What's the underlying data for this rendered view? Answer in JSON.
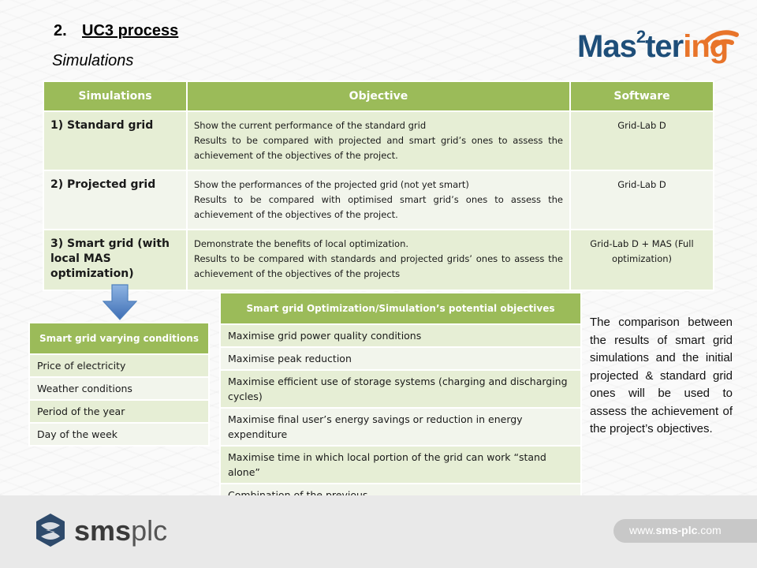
{
  "header": {
    "number": "2.",
    "title": "UC3 process",
    "subtitle": "Simulations"
  },
  "logo": {
    "brand_main": "Mas",
    "brand_sup": "2",
    "brand_mid": "ter",
    "brand_end": "ing"
  },
  "main_table": {
    "columns": [
      "Simulations",
      "Objective",
      "Software"
    ],
    "rows": [
      {
        "simulation": "1) Standard grid",
        "objective": "Show the current performance of the standard grid\nResults to be compared with projected and smart grid’s ones to assess the achievement of the objectives of the project.",
        "software": "Grid-Lab D"
      },
      {
        "simulation": "2) Projected grid",
        "objective": "Show the performances of the projected grid (not yet smart)\nResults to be compared with optimised smart grid’s ones to assess the achievement of the objectives of the project.",
        "software": "Grid-Lab D"
      },
      {
        "simulation": "3) Smart grid (with local MAS optimization)",
        "objective": "Demonstrate the benefits of local optimization.\nResults to be compared with standards and projected grids’ ones to assess the achievement of the objectives of the projects",
        "software": "Grid-Lab D + MAS  (Full optimization)"
      }
    ]
  },
  "conditions_table": {
    "header": "Smart grid varying conditions",
    "items": [
      "Price of electricity",
      "Weather conditions",
      "Period of the year",
      "Day of the week"
    ]
  },
  "objectives_table": {
    "header": "Smart grid Optimization/Simulation’s potential objectives",
    "items": [
      "Maximise grid power quality conditions",
      "Maximise peak reduction",
      "Maximise efficient use of storage systems (charging and discharging cycles)",
      "Maximise final user’s energy savings or reduction in energy expenditure",
      "Maximise time in which local portion of the grid can work “stand alone”",
      "Combination of the previous"
    ]
  },
  "comparison_text": "The comparison between the results of smart grid simulations and the initial projected & standard grid ones will be used to assess the achievement of the project’s objectives.",
  "footer": {
    "company_bold": "sms",
    "company_rest": "plc",
    "url_prefix": "www.",
    "url_bold": "sms-plc",
    "url_suffix": ".com"
  },
  "colors": {
    "table_header": "#9bbb59",
    "row_dark": "#e6eed5",
    "row_light": "#f2f5ec",
    "logo_blue": "#1e4e79",
    "logo_orange": "#e8742a",
    "arrow_blue": "#4f81bd"
  }
}
